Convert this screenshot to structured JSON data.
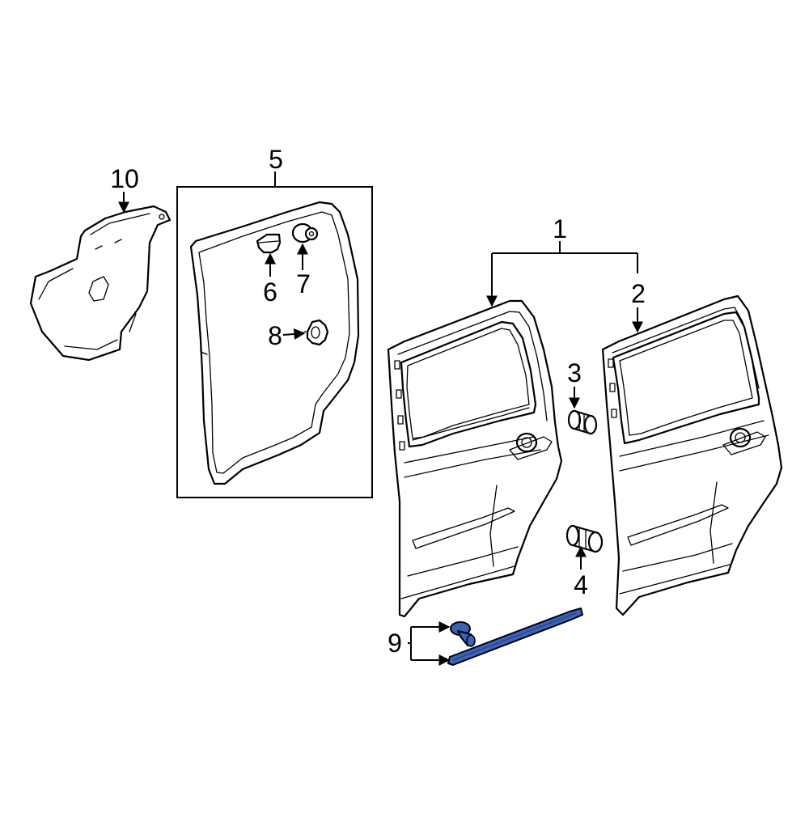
{
  "diagram": {
    "highlight_color": "#3a62b8",
    "callouts": [
      {
        "label": "1",
        "part": "rear-door-shell-left"
      },
      {
        "label": "2",
        "part": "rear-door-shell-right"
      },
      {
        "label": "3",
        "part": "door-bumper-upper"
      },
      {
        "label": "4",
        "part": "door-bumper-lower"
      },
      {
        "label": "5",
        "part": "door-weatherstrip-kit"
      },
      {
        "label": "6",
        "part": "weatherstrip-clip"
      },
      {
        "label": "7",
        "part": "weatherstrip-pin"
      },
      {
        "label": "8",
        "part": "weatherstrip-grommet"
      },
      {
        "label": "9",
        "part": "door-molding-with-clip"
      },
      {
        "label": "10",
        "part": "water-shield"
      }
    ]
  }
}
